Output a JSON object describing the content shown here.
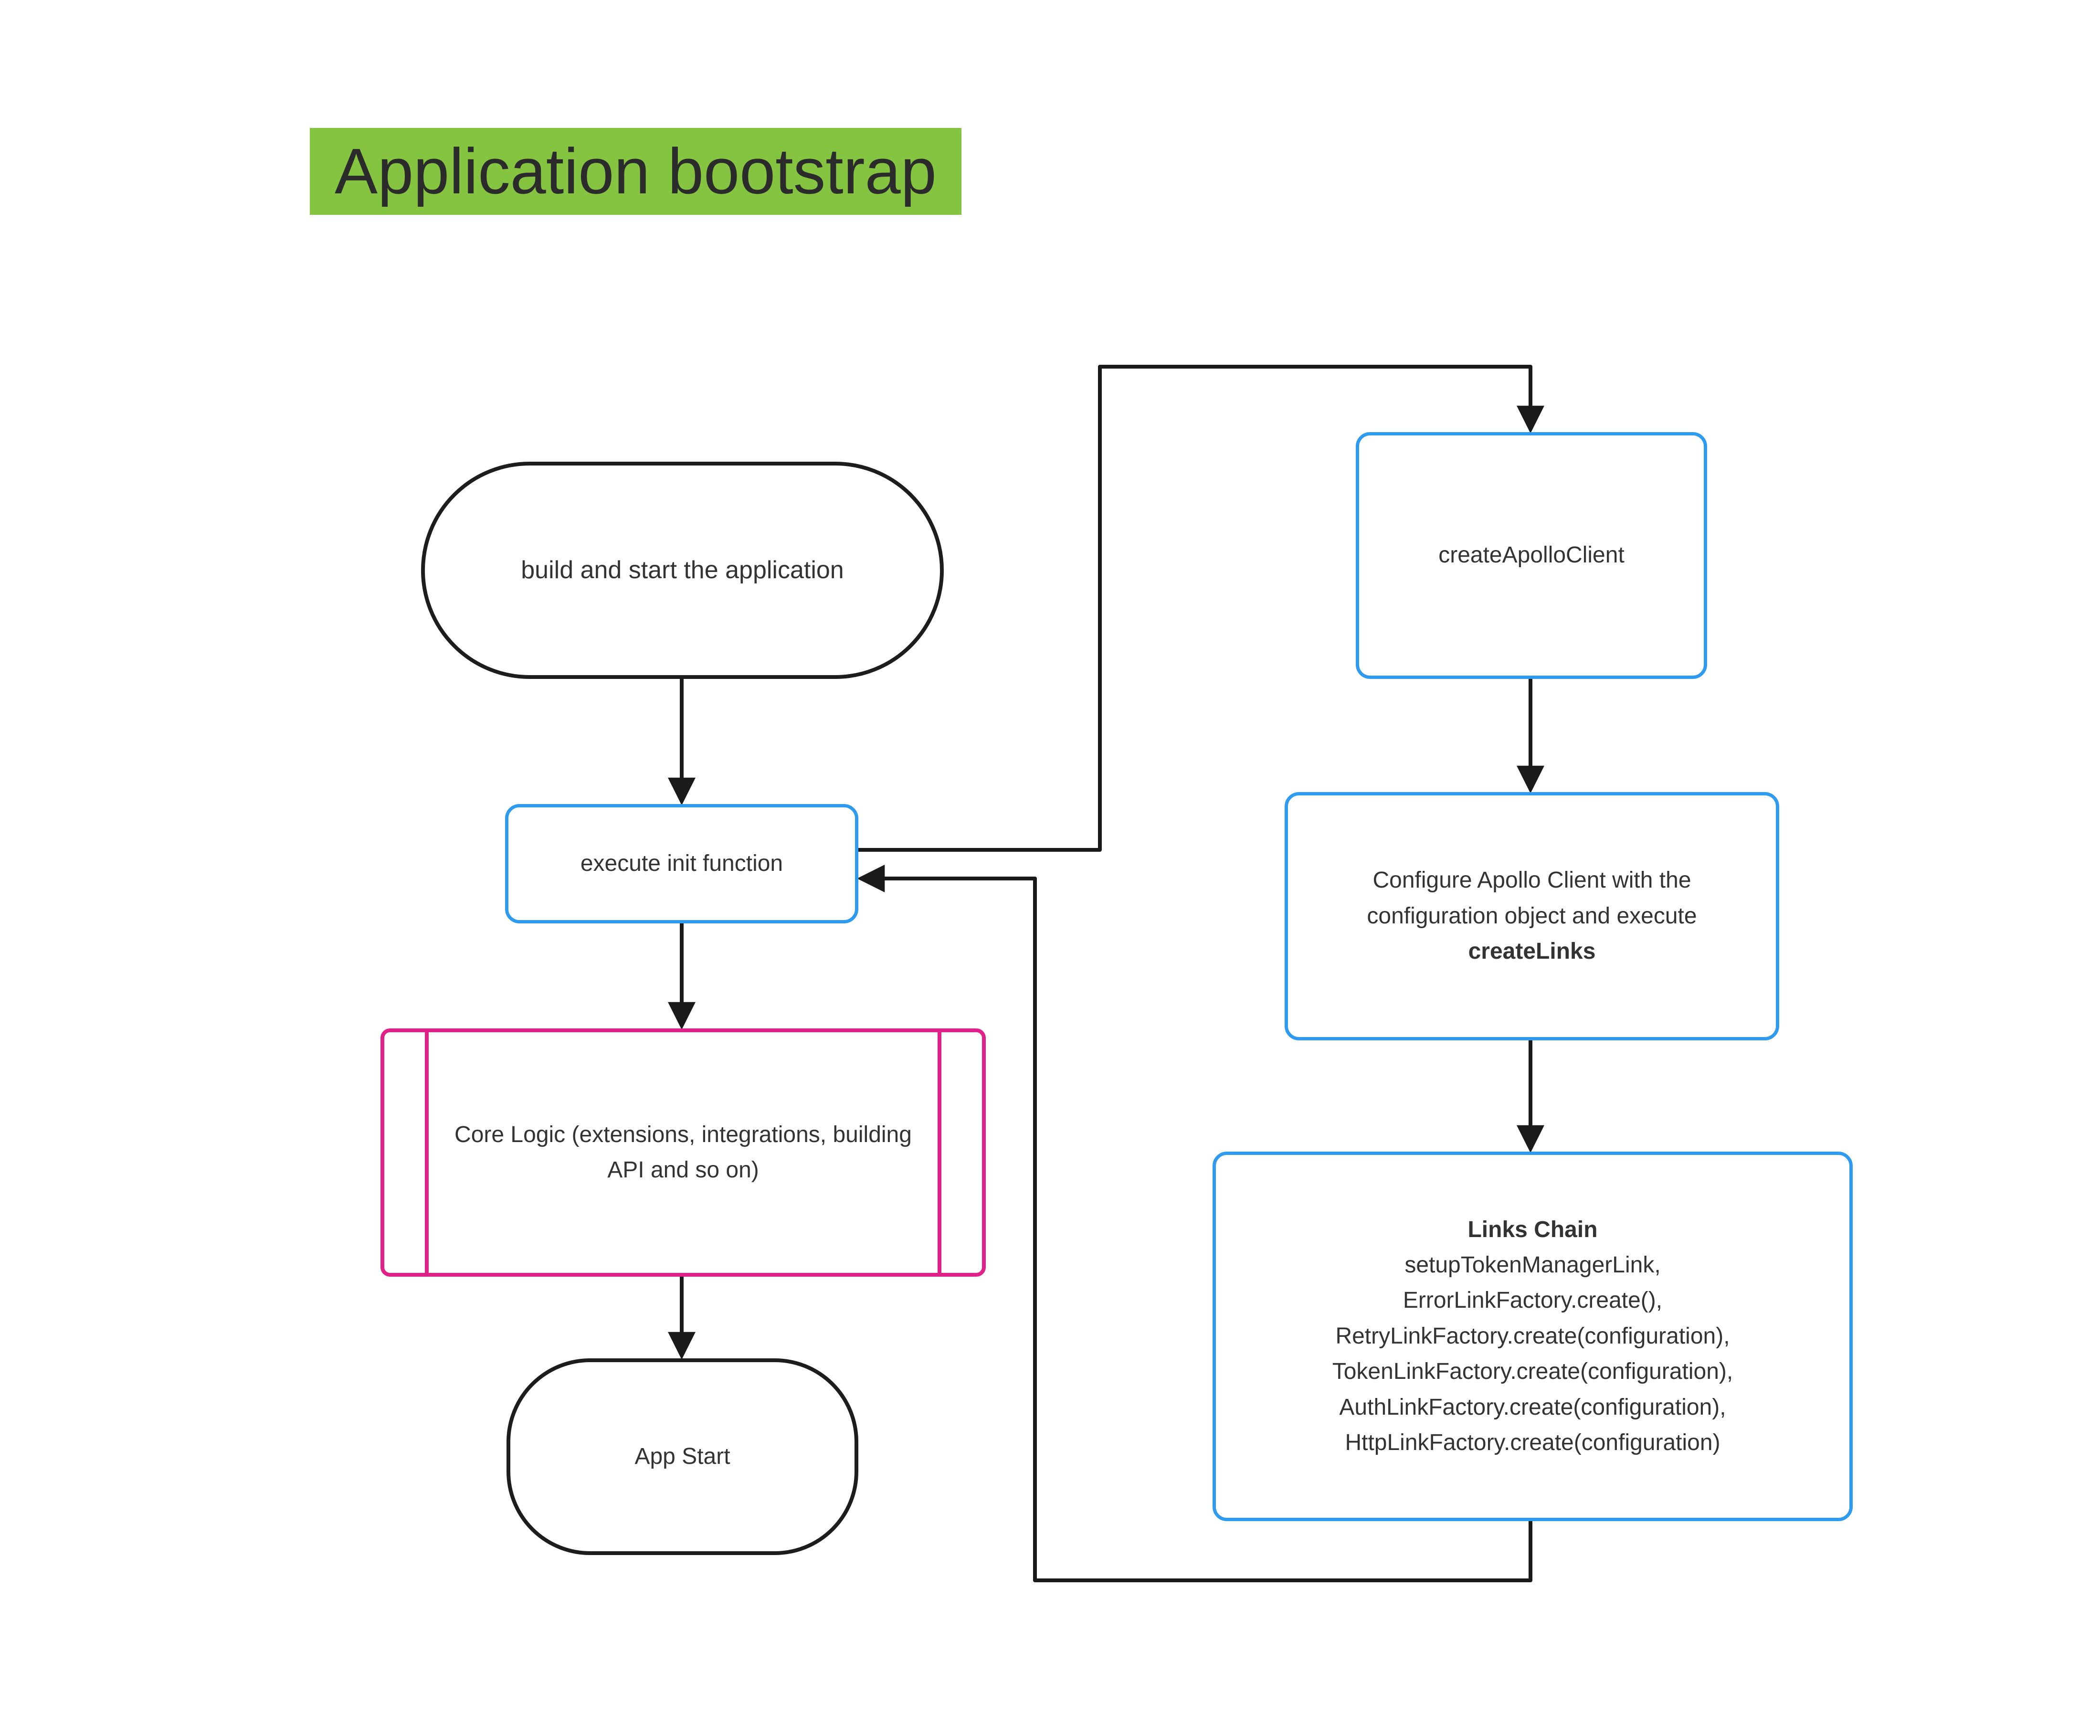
{
  "title": "Application bootstrap",
  "colors": {
    "title_highlight": "#85c441",
    "node_blue": "#2e9bf0",
    "node_pink": "#e0218a",
    "line": "#1a1a1a"
  },
  "nodes": {
    "start": {
      "label": "build and start the application"
    },
    "execute_init": {
      "label": "execute init function"
    },
    "core_logic": {
      "label": "Core Logic (extensions, integrations, building API and so on)"
    },
    "app_start": {
      "label": "App Start"
    },
    "create_apollo_client": {
      "label": "createApolloClient"
    },
    "configure_apollo": {
      "label_prefix": "Configure Apollo Client with the configuration object and execute ",
      "label_bold": "createLinks"
    },
    "links_chain": {
      "title": "Links Chain",
      "lines": [
        "setupTokenManagerLink,",
        "ErrorLinkFactory.create(),",
        "RetryLinkFactory.create(configuration),",
        "TokenLinkFactory.create(configuration),",
        "AuthLinkFactory.create(configuration),",
        "HttpLinkFactory.create(configuration)"
      ]
    }
  }
}
